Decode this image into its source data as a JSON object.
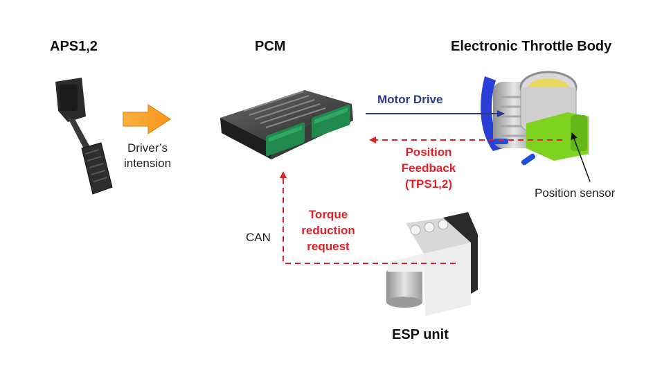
{
  "components": {
    "aps": "APS1,2",
    "pcm": "PCM",
    "etb": "Electronic Throttle Body",
    "esp": "ESP unit"
  },
  "signals": {
    "driver_intention": [
      "Driver’s",
      "intension"
    ],
    "motor_drive": "Motor Drive",
    "position_feedback": [
      "Position",
      "Feedback",
      "(TPS1,2)"
    ],
    "position_sensor": "Position sensor",
    "can": "CAN",
    "torque_request": [
      "Torque",
      "reduction",
      "request"
    ]
  },
  "colors": {
    "signal_red": "#e31e24",
    "motor_blue": "#2b3a8c",
    "intent_arrow_orange": "#f7941d",
    "sensor_green": "#7ed321",
    "connector_green": "#1f8a4c"
  }
}
